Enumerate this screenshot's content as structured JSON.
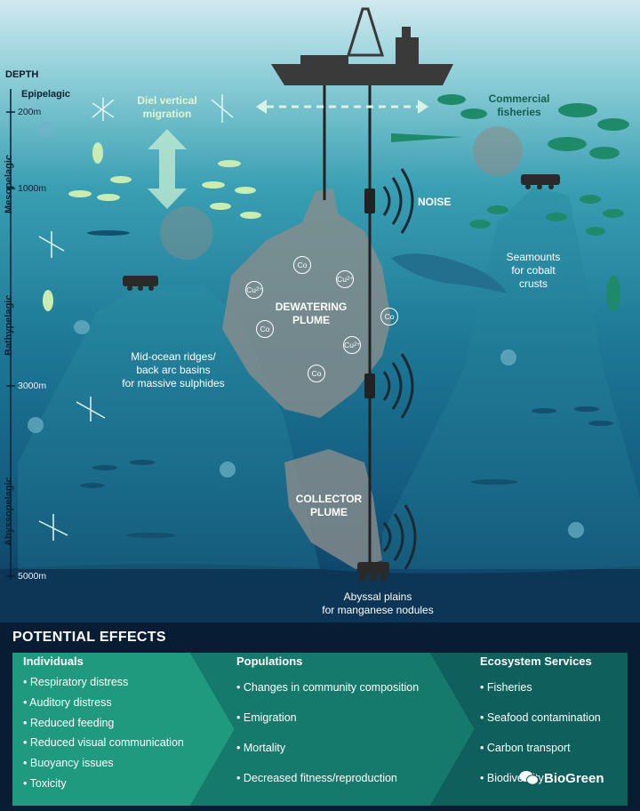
{
  "depth": {
    "title": "DEPTH",
    "zones": [
      "Epipelagic",
      "Mesopelagic",
      "Bathypelagic",
      "Abyssopelagic"
    ],
    "ticks": [
      "200m",
      "1000m",
      "3000m",
      "5000m"
    ]
  },
  "scene": {
    "migration": "Diel vertical\nmigration",
    "fisheries": "Commercial\nfisheries",
    "noise": "NOISE",
    "seamounts": "Seamounts\nfor cobalt\ncrusts",
    "ridges": "Mid-ocean ridges/\nback arc basins\nfor massive sulphides",
    "dewatering": "DEWATERING\nPLUME",
    "collector": "COLLECTOR\nPLUME",
    "abyssal": "Abyssal plains\nfor manganese nodules",
    "metals": [
      {
        "symbol": "Co",
        "charge": ""
      },
      {
        "symbol": "Cu",
        "charge": "2+"
      },
      {
        "symbol": "Cu",
        "charge": "2+"
      },
      {
        "symbol": "Co",
        "charge": ""
      },
      {
        "symbol": "Co",
        "charge": ""
      },
      {
        "symbol": "Cu",
        "charge": "2+"
      },
      {
        "symbol": "Co",
        "charge": ""
      }
    ]
  },
  "effects": {
    "title": "POTENTIAL EFFECTS",
    "columns": [
      {
        "heading": "Individuals",
        "items": [
          "Respiratory distress",
          "Auditory distress",
          "Reduced feeding",
          "Reduced visual communication",
          "Buoyancy issues",
          "Toxicity"
        ]
      },
      {
        "heading": "Populations",
        "items": [
          "Changes in community composition",
          "Emigration",
          "Mortality",
          "Decreased fitness/reproduction"
        ]
      },
      {
        "heading": "Ecosystem Services",
        "items": [
          "Fisheries",
          "Seafood contamination",
          "Carbon transport",
          "Biodiversity"
        ]
      }
    ]
  },
  "watermark": "BioGreen",
  "colors": {
    "surface": "#c8e6ee",
    "deep": "#0c3a5e",
    "panel": "#081c33",
    "arrow1": "#1f9a7e",
    "arrow2": "#157a6c",
    "arrow3": "#0f5f5c",
    "plume": "#8a8d8c",
    "ship": "#3a3a3a"
  }
}
